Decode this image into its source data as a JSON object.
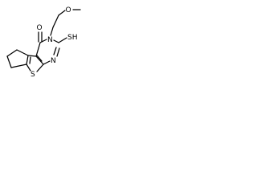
{
  "molecule": {
    "atom_labels": {
      "oxygen_methoxy": "O",
      "oxygen_carbonyl": "O",
      "nitrogen_ring": "N",
      "nitrogen_lower": "N",
      "thiol": "SH",
      "sulfur_thiophene": "S"
    },
    "colors": {
      "bonds": "#000000",
      "labels": "#000000",
      "background": "#ffffff"
    }
  }
}
